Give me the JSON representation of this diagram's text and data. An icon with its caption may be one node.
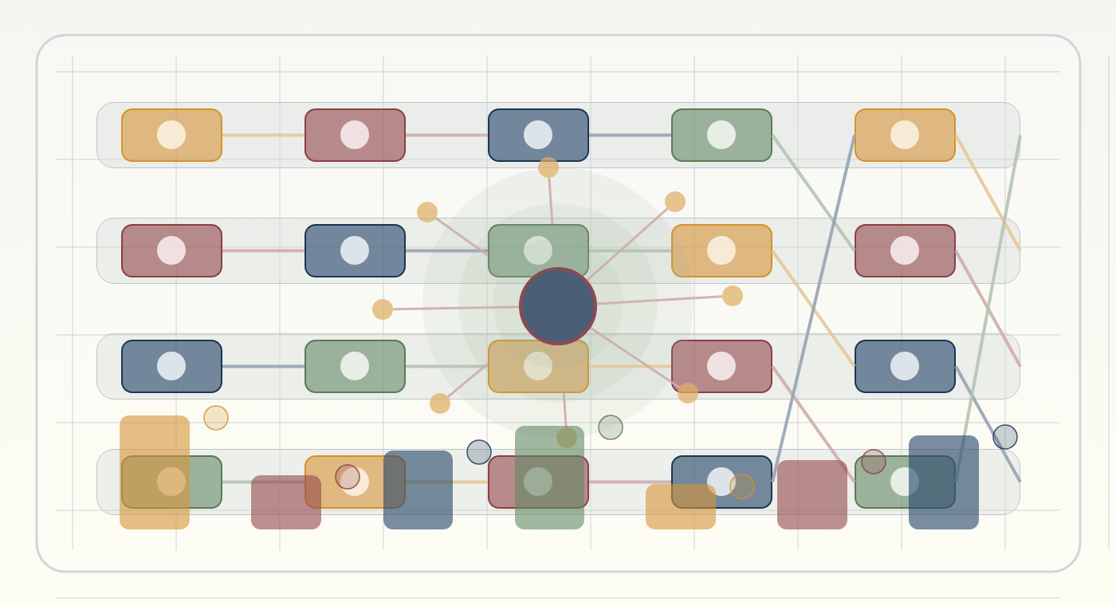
{
  "diagram": {
    "nodes": [
      {
        "text": [],
        "shape": "band"
      },
      {
        "text": [],
        "shape": "box",
        "in": 0
      },
      {
        "text": [],
        "shape": "box",
        "in": 0
      },
      {
        "text": [],
        "shape": "box",
        "in": 0
      },
      {
        "text": [],
        "shape": "box",
        "in": 0
      },
      {
        "text": [],
        "shape": "box",
        "in": 0
      },
      {
        "text": [],
        "shape": "band"
      },
      {
        "text": [],
        "shape": "box",
        "in": 6
      },
      {
        "text": [],
        "shape": "box",
        "in": 6
      },
      {
        "text": [],
        "shape": "box",
        "in": 6
      },
      {
        "text": [],
        "shape": "box",
        "in": 6
      },
      {
        "text": [],
        "shape": "box",
        "in": 6
      },
      {
        "text": [],
        "shape": "band"
      },
      {
        "text": [],
        "shape": "box",
        "in": 12
      },
      {
        "text": [],
        "shape": "box",
        "in": 12
      },
      {
        "text": [],
        "shape": "box",
        "in": 12
      },
      {
        "text": [],
        "shape": "box",
        "in": 12
      },
      {
        "text": [],
        "shape": "box",
        "in": 12
      },
      {
        "text": [],
        "shape": "band"
      },
      {
        "text": [],
        "shape": "box",
        "in": 18
      },
      {
        "text": [],
        "shape": "box",
        "in": 18
      },
      {
        "text": [],
        "shape": "box",
        "in": 18
      },
      {
        "text": [],
        "shape": "box",
        "in": 18
      },
      {
        "text": [],
        "shape": "box",
        "in": 18
      },
      {
        "text": [],
        "shape": "circle"
      },
      {
        "text": [],
        "shape": "circle"
      },
      {
        "text": [],
        "shape": "circle"
      },
      {
        "text": [],
        "shape": "circle"
      },
      {
        "text": [],
        "shape": "circle"
      },
      {
        "text": [],
        "shape": "circle"
      },
      {
        "text": [],
        "shape": "circle"
      },
      {
        "text": [],
        "shape": "circle"
      },
      {
        "text": [],
        "shape": "circle"
      }
    ],
    "edges": [
      {
        "from": 1,
        "to": 2,
        "arrow": "none",
        "color": "#e5c99a"
      },
      {
        "from": 2,
        "to": 3,
        "arrow": "none",
        "color": "#cfaeae"
      },
      {
        "from": 3,
        "to": 4,
        "arrow": "none",
        "color": "#98a5b3"
      },
      {
        "from": 7,
        "to": 8,
        "arrow": "none",
        "color": "#cfaeae"
      },
      {
        "from": 8,
        "to": 9,
        "arrow": "none",
        "color": "#98a5b3"
      },
      {
        "from": 9,
        "to": 10,
        "arrow": "none",
        "color": "#b4c4b2"
      },
      {
        "from": 13,
        "to": 14,
        "arrow": "none",
        "color": "#98a5b3"
      },
      {
        "from": 14,
        "to": 15,
        "arrow": "none",
        "color": "#b4c4b2"
      },
      {
        "from": 15,
        "to": 16,
        "arrow": "none",
        "color": "#e5c99a"
      },
      {
        "from": 19,
        "to": 20,
        "arrow": "none",
        "color": "#b4c4b2"
      },
      {
        "from": 20,
        "to": 21,
        "arrow": "none",
        "color": "#e5c99a"
      },
      {
        "from": 21,
        "to": 22,
        "arrow": "none",
        "color": "#cfaeae"
      },
      {
        "from": 4,
        "to": 11,
        "arrow": "none",
        "color": "#b4c4b2"
      },
      {
        "from": 10,
        "to": 17,
        "arrow": "none",
        "color": "#e5c99a"
      },
      {
        "from": 16,
        "to": 23,
        "arrow": "none",
        "color": "#cfaeae"
      },
      {
        "from": 22,
        "to": 5,
        "arrow": "none",
        "color": "#98a5b3"
      },
      {
        "from": 5,
        "to": 6,
        "arrow": "none",
        "color": "#e5c99a"
      },
      {
        "from": 11,
        "to": 12,
        "arrow": "none",
        "color": "#cfaeae"
      },
      {
        "from": 17,
        "to": 18,
        "arrow": "none",
        "color": "#98a5b3"
      },
      {
        "from": 23,
        "to": 0,
        "arrow": "none",
        "color": "#b4c4b2"
      },
      {
        "from": 9,
        "to": 25,
        "arrow": "none",
        "color": "#cdaeac"
      },
      {
        "from": 24,
        "to": 26,
        "arrow": "none",
        "color": "#cdaeac"
      },
      {
        "from": 9,
        "to": 27,
        "arrow": "none",
        "color": "#cdaeac"
      },
      {
        "from": 24,
        "to": 28,
        "arrow": "none",
        "color": "#cdaeac"
      },
      {
        "from": 24,
        "to": 29,
        "arrow": "none",
        "color": "#cdaeac"
      },
      {
        "from": 24,
        "to": 30,
        "arrow": "none",
        "color": "#cdaeac"
      },
      {
        "from": 15,
        "to": 31,
        "arrow": "none",
        "color": "#cdaeac"
      },
      {
        "from": 15,
        "to": 32,
        "arrow": "none",
        "color": "#cdaeac"
      }
    ]
  }
}
